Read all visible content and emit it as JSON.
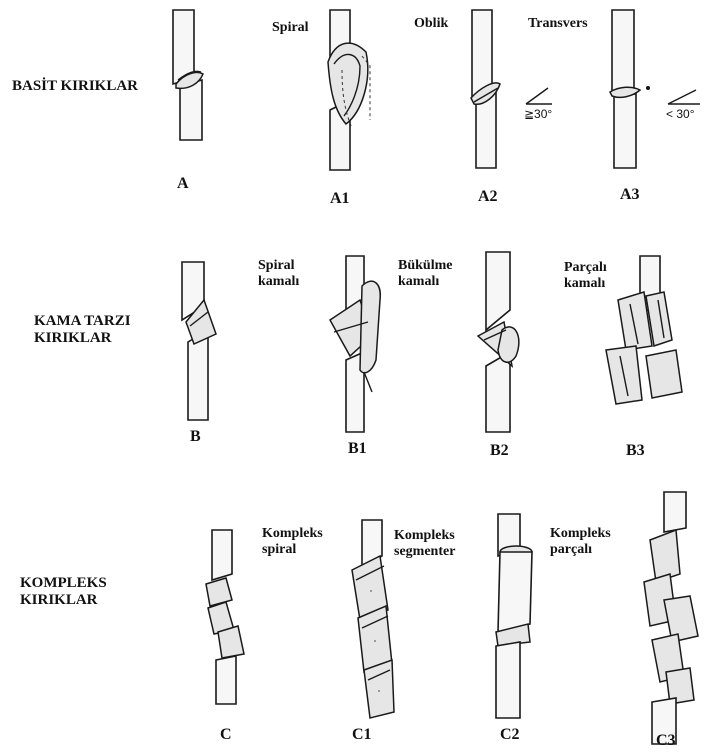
{
  "rows": [
    {
      "title": "BASİT KIRIKLAR",
      "figures": [
        {
          "label": "A",
          "caption": ""
        },
        {
          "label": "A1",
          "caption": "Spiral"
        },
        {
          "label": "A2",
          "caption": "Oblik",
          "angle_note": "≧30°"
        },
        {
          "label": "A3",
          "caption": "Transvers",
          "angle_note": "< 30°"
        }
      ]
    },
    {
      "title": "KAMA TARZI\nKIRIKLAR",
      "figures": [
        {
          "label": "B",
          "caption": ""
        },
        {
          "label": "B1",
          "caption": "Spiral\nkamalı"
        },
        {
          "label": "B2",
          "caption": "Bükülme\nkamalı"
        },
        {
          "label": "B3",
          "caption": "Parçalı\nkamalı"
        }
      ]
    },
    {
      "title": "KOMPLEKS\nKIRIKLAR",
      "figures": [
        {
          "label": "C",
          "caption": ""
        },
        {
          "label": "C1",
          "caption": "Kompleks\nspiral"
        },
        {
          "label": "C2",
          "caption": "Kompleks\nsegmenter"
        },
        {
          "label": "C3",
          "caption": "Kompleks\nparçalı"
        }
      ]
    }
  ]
}
